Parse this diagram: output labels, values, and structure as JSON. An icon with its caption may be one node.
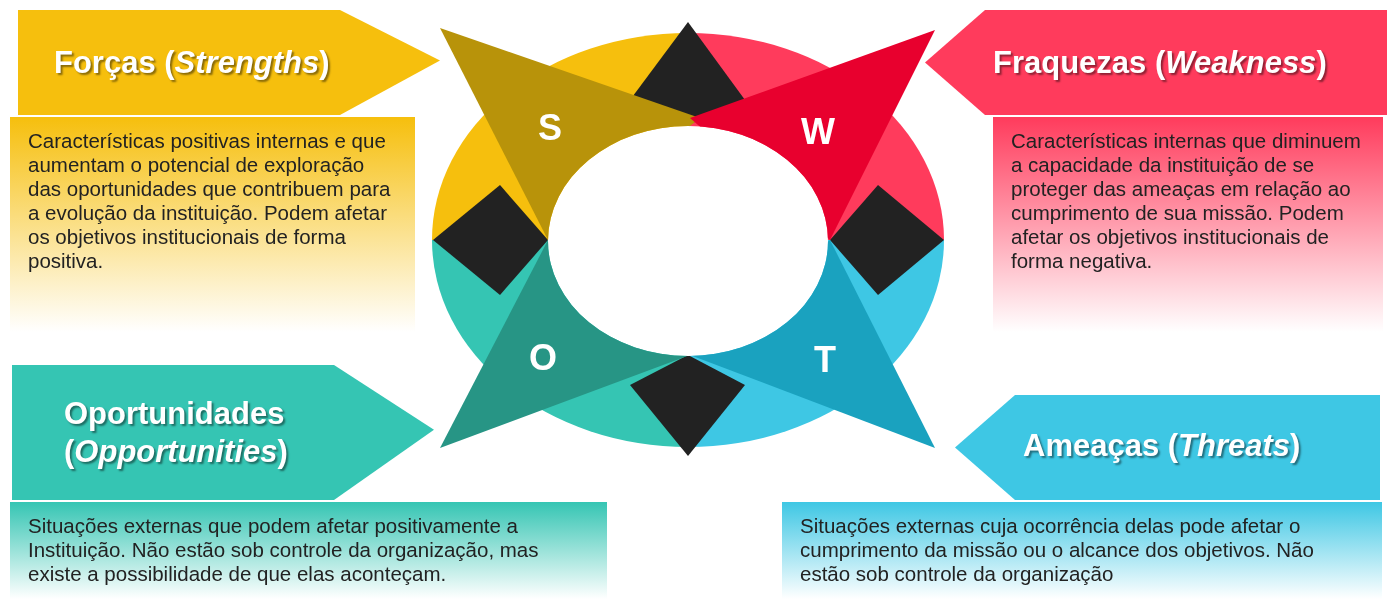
{
  "diagram": {
    "nodes": [
      {
        "text": [
          "Forças (*Strengths*)"
        ]
      },
      {
        "text": [
          "Fraquezas (*Weakness*)"
        ]
      },
      {
        "text": [
          "S"
        ]
      },
      {
        "text": [
          "W"
        ]
      },
      {
        "text": [
          "Características positivas internas e que aumentam o potencial de exploração das oportunidades que contribuem para a evolução da instituição. Podem afetar os objetivos institucionais de forma positiva."
        ]
      },
      {
        "text": [
          "Características internas que diminuem a capacidade da instituição de se proteger das ameaças em relação ao cumprimento de sua missão. Podem afetar os objetivos institucionais de forma negativa."
        ]
      },
      {
        "text": [
          "O"
        ]
      },
      {
        "text": [
          "T"
        ]
      },
      {
        "text": [
          "Oportunidades (*Opportunities*)"
        ]
      },
      {
        "text": [
          "Ameaças (*Threats*)"
        ]
      },
      {
        "text": [
          "Situações externas que podem afetar positivamente a Instituição. Não estão sob controle da organização, mas existe a possibilidade de que elas aconteçam."
        ]
      },
      {
        "text": [
          "Situações externas cuja ocorrência delas pode afetar o cumprimento da missão ou o alcance dos objetivos. Não estão sob controle da organização"
        ]
      }
    ]
  }
}
